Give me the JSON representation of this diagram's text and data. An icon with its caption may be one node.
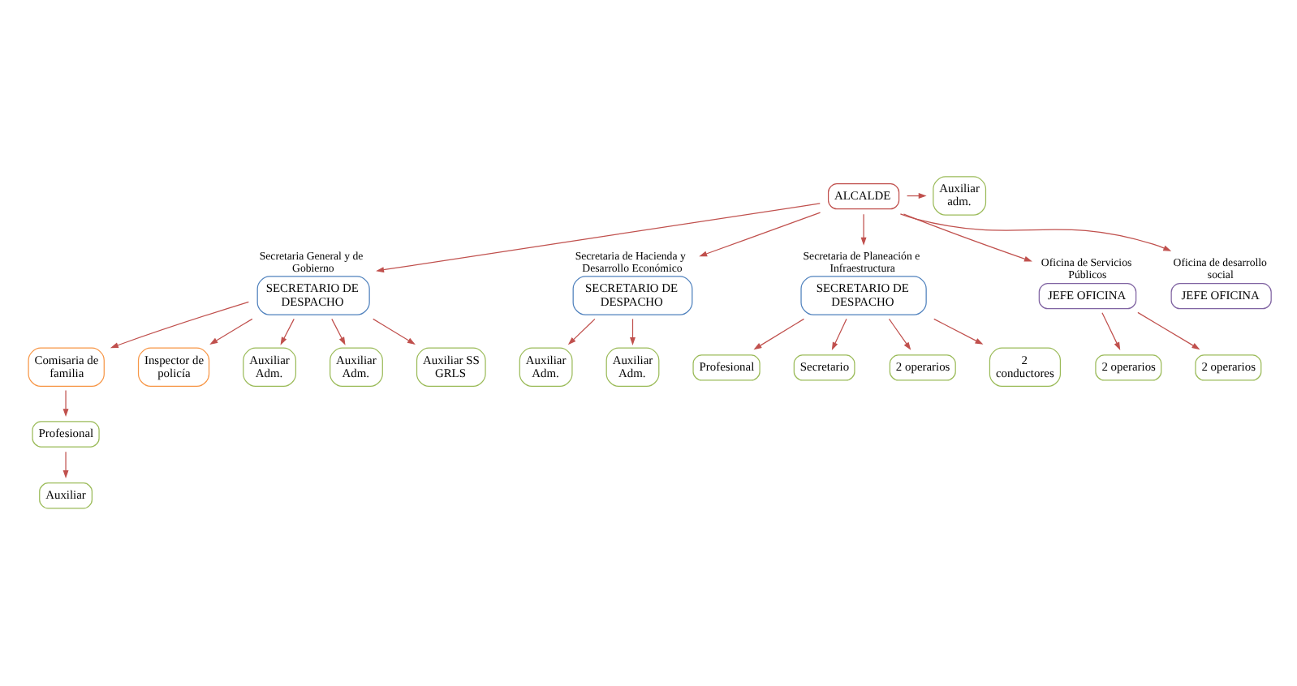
{
  "diagram": {
    "nodes": [
      {
        "text": [
          "ALCALDE"
        ]
      },
      {
        "text": [
          "Auxiliar adm."
        ]
      },
      {
        "text": [
          "SECRETARIO DE DESPACHO"
        ],
        "beside": [
          "Secretaria General y de Gobierno"
        ]
      },
      {
        "text": [
          "SECRETARIO DE DESPACHO"
        ],
        "beside": [
          "Secretaria de Hacienda y Desarrollo Económico"
        ]
      },
      {
        "text": [
          "SECRETARIO DE DESPACHO"
        ],
        "beside": [
          "Secretaria de Planeación e Infraestructura"
        ]
      },
      {
        "text": [
          "Comisaria de familia"
        ]
      },
      {
        "text": [
          "Inspector de policía"
        ]
      },
      {
        "text": [
          "Profesional"
        ]
      },
      {
        "text": [
          "Auxiliar"
        ]
      },
      {
        "text": [
          "Auxiliar Adm."
        ]
      },
      {
        "text": [
          "Auxiliar Adm."
        ]
      },
      {
        "text": [
          "Auxiliar SS GRLS"
        ]
      },
      {
        "text": [
          "Auxiliar Adm."
        ]
      },
      {
        "text": [
          "Auxiliar Adm."
        ]
      },
      {
        "text": [
          "Profesional"
        ]
      },
      {
        "text": [
          "Secretario"
        ]
      },
      {
        "text": [
          "2 operarios"
        ]
      },
      {
        "text": [
          "2 conductores"
        ]
      },
      {
        "text": [
          "JEFE OFICINA"
        ],
        "beside": [
          "Oficina de Servicios Públicos"
        ]
      },
      {
        "text": [
          "JEFE OFICINA"
        ],
        "beside": [
          "Oficina de desarrollo social"
        ]
      },
      {
        "text": [
          "2 operarios"
        ]
      },
      {
        "text": [
          "2 operarios"
        ]
      }
    ],
    "edges": [
      {
        "from": 0,
        "to": 1,
        "arrow": "to"
      },
      {
        "from": 0,
        "to": 2,
        "arrow": "to"
      },
      {
        "from": 0,
        "to": 3,
        "arrow": "to"
      },
      {
        "from": 0,
        "to": 4,
        "arrow": "to"
      },
      {
        "from": 0,
        "to": 18,
        "arrow": "to"
      },
      {
        "from": 0,
        "to": 19,
        "arrow": "to"
      },
      {
        "from": 2,
        "to": 5,
        "arrow": "to"
      },
      {
        "from": 2,
        "to": 6,
        "arrow": "to"
      },
      {
        "from": 2,
        "to": 9,
        "arrow": "to"
      },
      {
        "from": 2,
        "to": 10,
        "arrow": "to"
      },
      {
        "from": 2,
        "to": 11,
        "arrow": "to"
      },
      {
        "from": 5,
        "to": 7,
        "arrow": "to"
      },
      {
        "from": 7,
        "to": 8,
        "arrow": "to"
      },
      {
        "from": 3,
        "to": 12,
        "arrow": "to"
      },
      {
        "from": 3,
        "to": 13,
        "arrow": "to"
      },
      {
        "from": 4,
        "to": 14,
        "arrow": "to"
      },
      {
        "from": 4,
        "to": 15,
        "arrow": "to"
      },
      {
        "from": 4,
        "to": 16,
        "arrow": "to"
      },
      {
        "from": 4,
        "to": 17,
        "arrow": "to"
      },
      {
        "from": 18,
        "to": 20,
        "arrow": "to"
      },
      {
        "from": 18,
        "to": 21,
        "arrow": "to"
      }
    ]
  }
}
